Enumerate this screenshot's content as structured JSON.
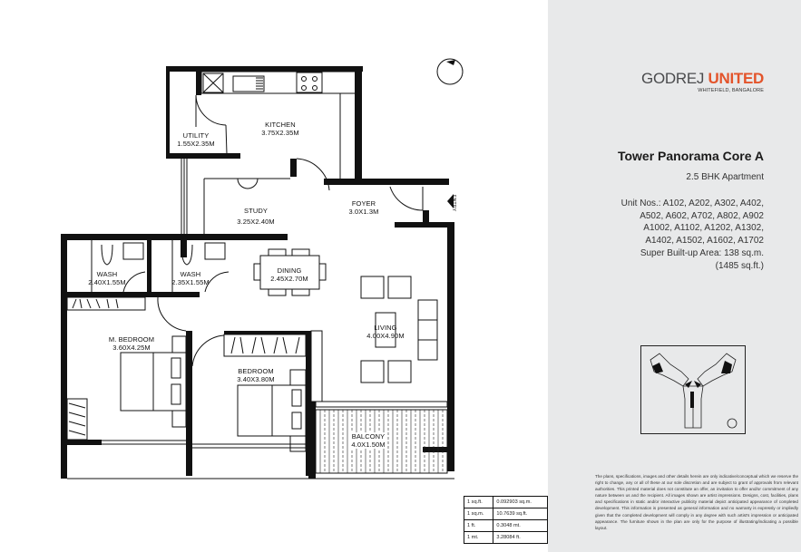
{
  "brand": {
    "name_part1": "GODREJ",
    "name_part2": "UNITED",
    "location": "WHITEFIELD, BANGALORE",
    "accent_color": "#e3542b",
    "text_color": "#4a4b4d"
  },
  "project": {
    "tower_title": "Tower Panorama Core A",
    "apartment_type": "2.5 BHK Apartment",
    "unit_lines": [
      "Unit Nos.: A102, A202, A302, A402,",
      "A502, A602, A702, A802, A902",
      "A1002, A1102, A1202, A1302,",
      "A1402, A1502, A1602, A1702",
      "Super Built-up Area: 138 sq.m.",
      "(1485 sq.ft.)"
    ]
  },
  "rooms": {
    "utility": {
      "name": "UTILITY",
      "dim": "1.55X2.35M"
    },
    "kitchen": {
      "name": "KITCHEN",
      "dim": "3.75X2.35M"
    },
    "study": {
      "name": "STUDY",
      "dim": "3.25X2.40M"
    },
    "foyer": {
      "name": "FOYER",
      "dim": "3.0X1.3M"
    },
    "wash1": {
      "name": "WASH",
      "dim": "2.40X1.55M"
    },
    "wash2": {
      "name": "WASH",
      "dim": "2.35X1.55M"
    },
    "dining": {
      "name": "DINING",
      "dim": "2.45X2.70M"
    },
    "living": {
      "name": "LIVING",
      "dim": "4.00X4.90M"
    },
    "master_bedroom": {
      "name": "M. BEDROOM",
      "dim": "3.60X4.25M"
    },
    "bedroom": {
      "name": "BEDROOM",
      "dim": "3.40X3.80M"
    },
    "balcony": {
      "name": "BALCONY",
      "dim": "4.0X1.50M"
    }
  },
  "entry_label": "ENTRY",
  "conversion_table": {
    "rows": [
      [
        "1 sq.ft.",
        "0.092903 sq.m."
      ],
      [
        "1 sq.m.",
        "10.7639 sq.ft."
      ],
      [
        "1 ft.",
        "0.3048 mt."
      ],
      [
        "1 mt.",
        "3.28084 ft."
      ]
    ]
  },
  "disclaimer": "The plans, specifications, images and other details herein are only indicative/conceptual which we reserve the right to change, any or all of these at our sole discretion and are subject to grant of approvals from relevant authorities. This printed material does not constitute an offer, an invitation to offer and/or commitment of any nature between us and the recipient. All images shown are artist impressions. Designs, cost, facilities, plans and specifications in static and/or interactive publicity material depict anticipated appearance of completed development. This information is presented as general information and no warranty is expressly or impliedly given that the completed development will comply in any degree with such artist's impression or anticipated appearance. The furniture shown in the plan are only for the purpose of illustrating/indicating a possible layout."
}
